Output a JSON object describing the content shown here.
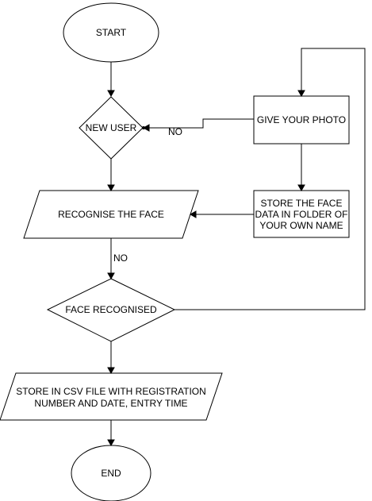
{
  "nodes": {
    "start": "START",
    "new_user": "NEW USER",
    "give_photo": "GIVE YOUR PHOTO",
    "store_face": [
      "STORE THE FACE",
      "DATA IN FOLDER OF",
      "YOUR OWN NAME"
    ],
    "recognise": "RECOGNISE THE FACE",
    "face_recognised": "FACE RECOGNISED",
    "store_csv": [
      "STORE IN CSV FILE WITH REGISTRATION",
      "NUMBER AND DATE, ENTRY TIME"
    ],
    "end": "END"
  },
  "edges": {
    "no_label_1": "NO",
    "no_label_2": "NO"
  }
}
